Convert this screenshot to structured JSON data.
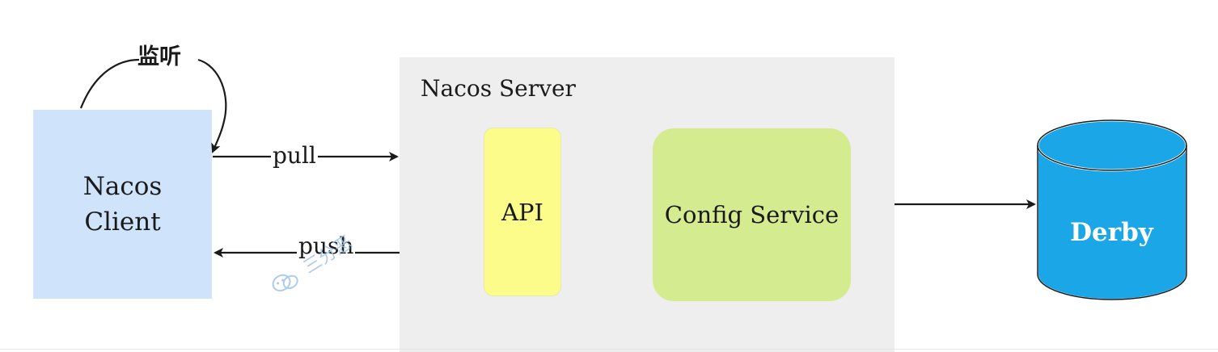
{
  "client": {
    "line1": "Nacos",
    "line2": "Client"
  },
  "listen_label": "监听",
  "pull_label": "pull",
  "push_label": "push",
  "server": {
    "title": "Nacos Server",
    "api_label": "API",
    "config_label": "Config Service"
  },
  "database": {
    "label": "Derby"
  },
  "watermark": {
    "text": "三分恶"
  },
  "colors": {
    "client_fill": "#cfe3fb",
    "server_fill": "#eeeeee",
    "api_fill": "#fcfc8a",
    "config_fill": "#d4eb8f",
    "db_fill": "#1ba7e7"
  }
}
